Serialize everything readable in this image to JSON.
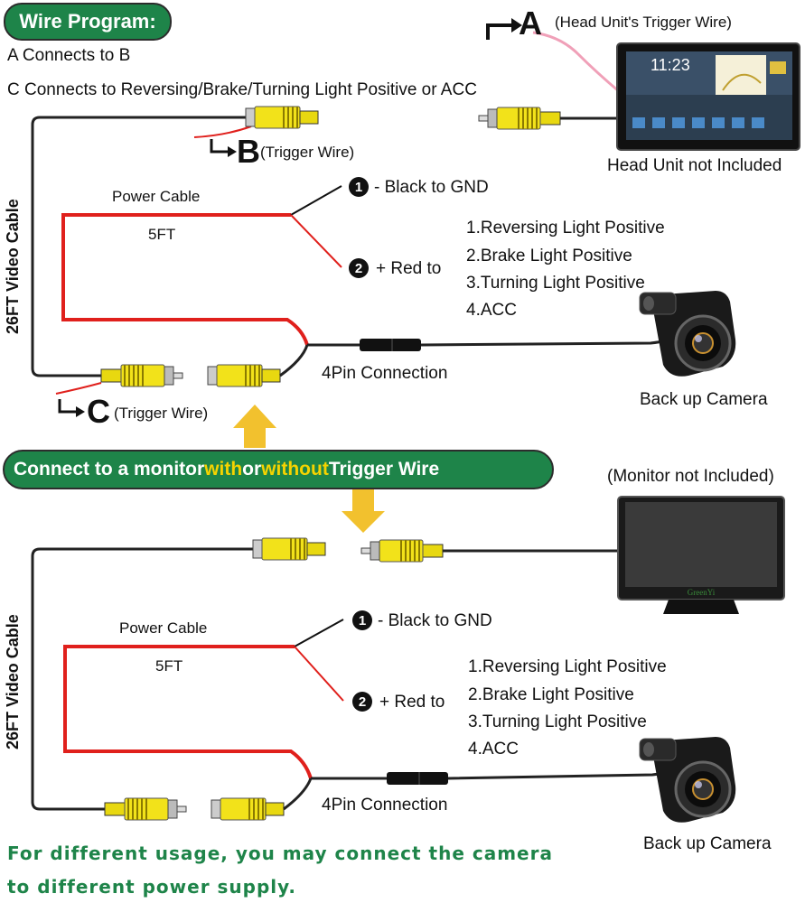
{
  "header": {
    "title": "Wire Program:",
    "line1": "A Connects to B",
    "line2": "C Connects to Reversing/Brake/Turning Light Positive or ACC"
  },
  "top_section": {
    "label_a": "A",
    "a_caption": "(Head Unit's Trigger Wire)",
    "head_unit_caption": "Head Unit not Included",
    "head_unit_clock": "11:23",
    "label_b": "B",
    "b_caption": "(Trigger Wire)",
    "label_c": "C",
    "c_caption": "(Trigger Wire)",
    "video_cable": "26FT Video Cable",
    "power_cable": "Power Cable",
    "power_length": "5FT",
    "black_num": "1",
    "black_text": "- Black to GND",
    "red_num": "2",
    "red_text": "+ Red to",
    "options": [
      "1.Reversing Light Positive",
      "2.Brake Light Positive",
      "3.Turning Light Positive",
      "4.ACC"
    ],
    "connection": "4Pin Connection",
    "camera_caption": "Back up Camera"
  },
  "banner": {
    "part1": "Connect to a monitor ",
    "with": "with",
    "part2": " or ",
    "without": "without",
    "part3": " Trigger Wire"
  },
  "bottom_section": {
    "monitor_caption": "(Monitor not Included)",
    "monitor_brand": "GreenYi",
    "video_cable": "26FT Video Cable",
    "power_cable": "Power Cable",
    "power_length": "5FT",
    "black_num": "1",
    "black_text": "- Black to GND",
    "red_num": "2",
    "red_text": "+ Red to",
    "options": [
      "1.Reversing Light Positive",
      "2.Brake Light Positive",
      "3.Turning Light Positive",
      "4.ACC"
    ],
    "connection": "4Pin Connection",
    "camera_caption": "Back up Camera"
  },
  "footer": {
    "line1": "For different usage, you may connect the camera",
    "line2": "to different power supply."
  },
  "colors": {
    "green": "#1e8449",
    "highlight": "#f5d300",
    "red_wire": "#e0201c",
    "rca_yellow": "#f2e21a",
    "arrow": "#f2c12e",
    "trigger_pink": "#f0a0b8"
  }
}
